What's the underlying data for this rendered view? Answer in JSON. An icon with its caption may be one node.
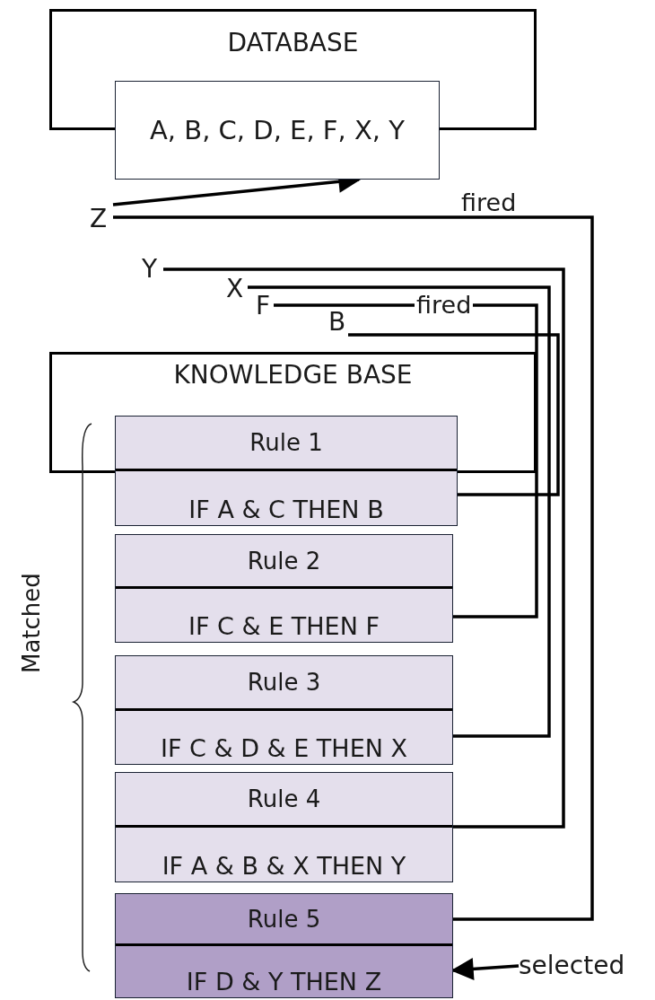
{
  "diagram": {
    "nodes": [
      {
        "text": [
          "DATABASE"
        ]
      },
      {
        "text": [
          "A, B, C, D, E, F, X, Y"
        ]
      },
      {
        "text": [
          "Z"
        ]
      },
      {
        "text": [
          "Y"
        ]
      },
      {
        "text": [
          "X"
        ]
      },
      {
        "text": [
          "F"
        ]
      },
      {
        "text": [
          "B"
        ]
      },
      {
        "text": [
          "KNOWLEDGE BASE"
        ]
      },
      {
        "text": [
          "Rule 1",
          "IF A & C THEN B"
        ]
      },
      {
        "text": [
          "Rule 2",
          "IF C & E THEN F"
        ]
      },
      {
        "text": [
          "Rule 3",
          "IF C & D & E THEN X"
        ]
      },
      {
        "text": [
          "Rule 4",
          "IF A & B & X THEN Y"
        ]
      },
      {
        "text": [
          "Rule 5",
          "IF D & Y THEN Z"
        ]
      },
      {
        "text": [
          "selected"
        ]
      }
    ],
    "edges": [
      {
        "from": 2,
        "to": 1,
        "arrow": "to"
      },
      {
        "from": 12,
        "to": 2,
        "arrow": "none",
        "label": "fired"
      },
      {
        "from": 11,
        "to": 3,
        "arrow": "none"
      },
      {
        "from": 10,
        "to": 4,
        "arrow": "none"
      },
      {
        "from": 9,
        "to": 5,
        "arrow": "none",
        "label": "fired"
      },
      {
        "from": 8,
        "to": 6,
        "arrow": "none"
      },
      {
        "from": 13,
        "to": 12,
        "arrow": "to"
      }
    ],
    "labels": [
      "Matched"
    ]
  }
}
